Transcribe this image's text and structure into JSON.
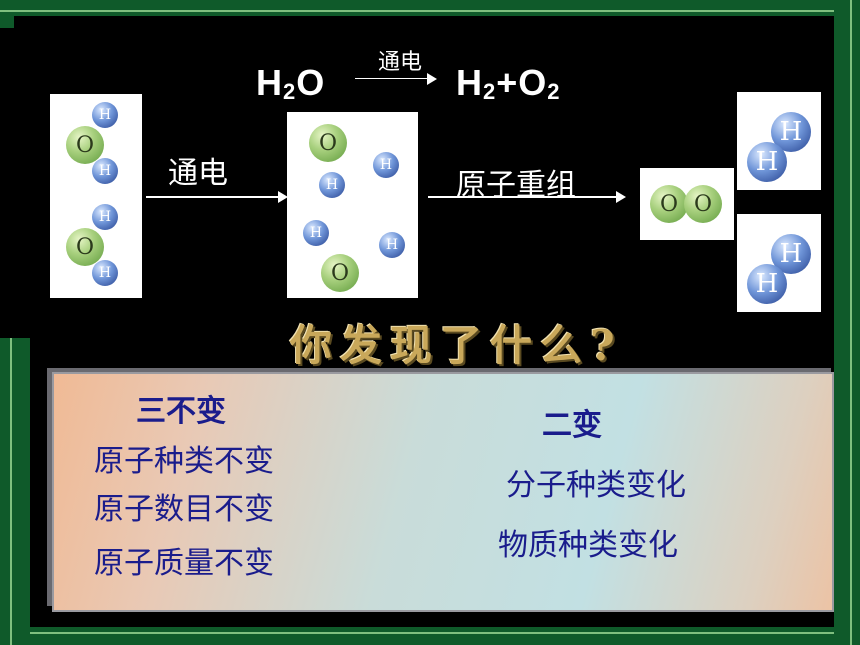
{
  "equation": {
    "reactant": "H",
    "reactant_sub": "2",
    "reactant_tail": "O",
    "condition": "通电",
    "product_h": "H",
    "product_h_sub": "2",
    "plus": "+O",
    "product_o_sub": "2"
  },
  "arrows": {
    "step1_label": "通电",
    "step2_label": "原子重组"
  },
  "atoms": {
    "oxygen": "O",
    "hydrogen": "H"
  },
  "question": "你发现了什么?",
  "summary": {
    "unchanged_title": "三不变",
    "unchanged_items": [
      "原子种类不变",
      "原子数目不变",
      "原子质量不变"
    ],
    "changed_title": "二变",
    "changed_items": [
      "分子种类变化",
      "物质种类变化"
    ]
  },
  "colors": {
    "frame": "#0f5a2a",
    "text_blue": "#1a1c8c",
    "question_gold": "#c9a85a"
  }
}
